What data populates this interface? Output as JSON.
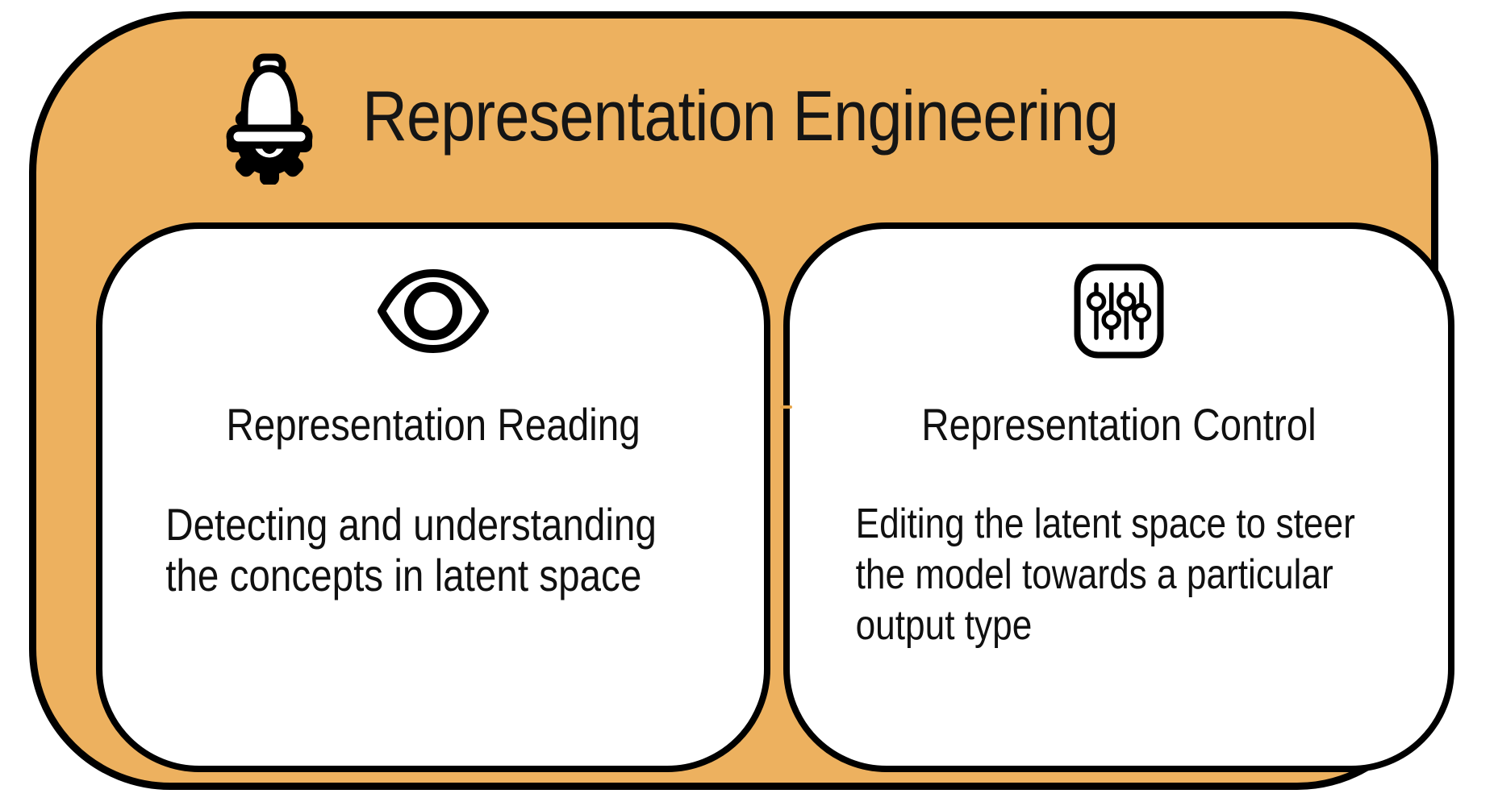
{
  "header": {
    "title": "Representation Engineering",
    "icon": "hard-hat-gear-icon"
  },
  "cards": [
    {
      "id": "representation-reading",
      "icon": "eye-icon",
      "title": "Representation Reading",
      "body": [
        "Detecting and understanding",
        "the concepts in latent space"
      ]
    },
    {
      "id": "representation-control",
      "icon": "sliders-icon",
      "title": "Representation Control",
      "body": [
        "Editing the latent space to steer",
        "the model towards a particular",
        "output type"
      ]
    }
  ],
  "colors": {
    "panel_orange": "#EDB15F",
    "card_white": "#FFFFFF",
    "outline_black": "#000000",
    "text_dark": "#101010",
    "stray_dash_orange": "#E7A64B"
  }
}
